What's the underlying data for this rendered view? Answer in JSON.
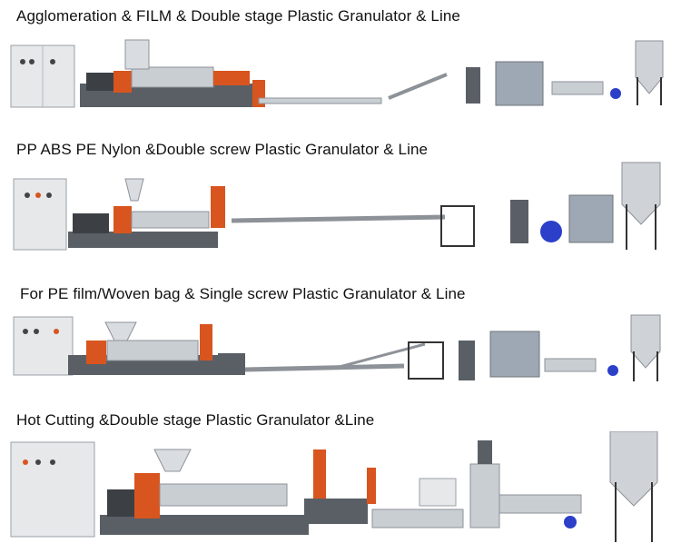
{
  "sections": [
    {
      "heading": "Agglomeration & FILM & Double stage Plastic Granulator & Line",
      "machine": "granulator-line-photo"
    },
    {
      "heading": "PP ABS PE Nylon &Double screw Plastic Granulator & Line",
      "machine": "granulator-line-photo"
    },
    {
      "heading": "For PE film/Woven bag & Single screw Plastic Granulator & Line",
      "machine": "granulator-line-photo"
    },
    {
      "heading": "Hot Cutting &Double stage Plastic Granulator &Line",
      "machine": "granulator-line-photo"
    }
  ],
  "colors": {
    "frame": "#5a5f66",
    "orange": "#d8551f",
    "steel": "#c9ced3",
    "blue": "#2b3fc8",
    "cabinet": "#e6e8ea"
  }
}
